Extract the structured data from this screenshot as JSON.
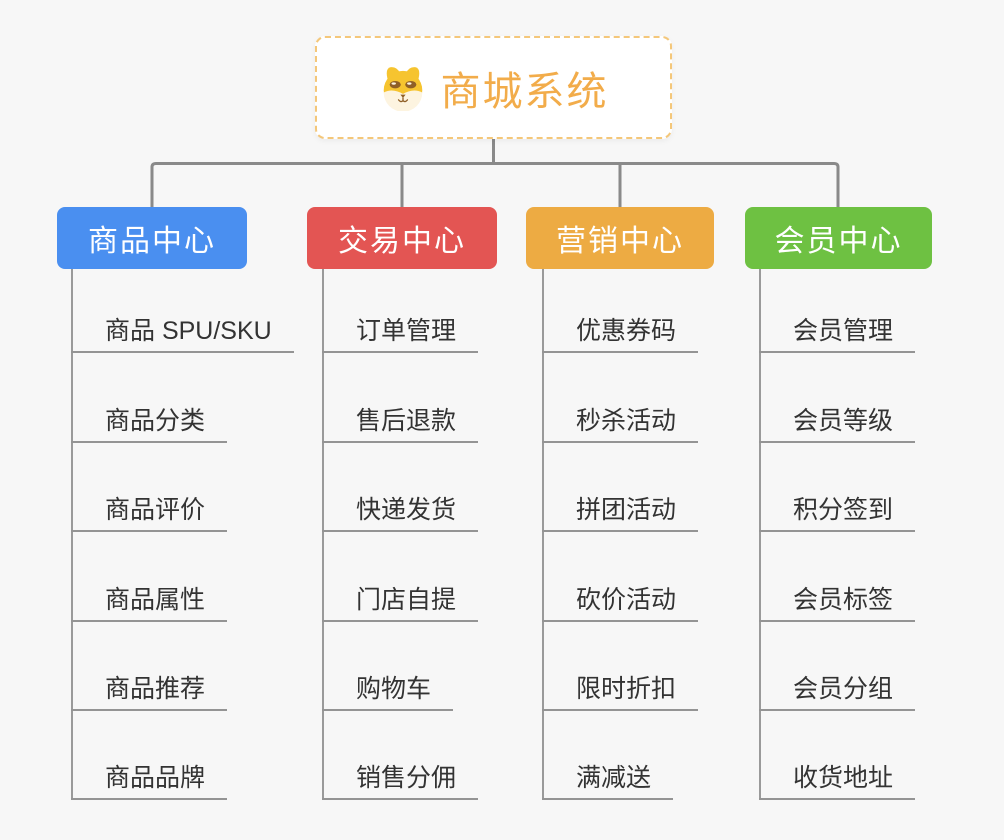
{
  "root": {
    "title": "商城系统",
    "icon": "dog-icon",
    "title_color": "#f2ac4a",
    "border_color": "#f4c77a"
  },
  "connector_color": "#8a8a8a",
  "branches": [
    {
      "label": "商品中心",
      "color": "#4a8ff0",
      "items": [
        "商品 SPU/SKU",
        "商品分类",
        "商品评价",
        "商品属性",
        "商品推荐",
        "商品品牌"
      ]
    },
    {
      "label": "交易中心",
      "color": "#e35553",
      "items": [
        "订单管理",
        "售后退款",
        "快递发货",
        "门店自提",
        "购物车",
        "销售分佣"
      ]
    },
    {
      "label": "营销中心",
      "color": "#edab43",
      "items": [
        "优惠券码",
        "秒杀活动",
        "拼团活动",
        "砍价活动",
        "限时折扣",
        "满减送"
      ]
    },
    {
      "label": "会员中心",
      "color": "#6ec142",
      "items": [
        "会员管理",
        "会员等级",
        "积分签到",
        "会员标签",
        "会员分组",
        "收货地址"
      ]
    }
  ]
}
